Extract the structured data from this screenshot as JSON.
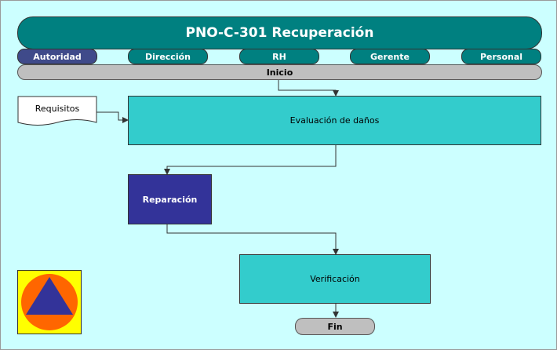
{
  "title": "PNO-C-301 Recuperación",
  "roles": [
    "Autoridad",
    "Dirección",
    "RH",
    "Gerente",
    "Personal"
  ],
  "start_label": "Inicio",
  "end_label": "Fin",
  "document_label": "Requisitos",
  "steps": {
    "evaluacion": "Evaluación de daños",
    "reparacion": "Reparación",
    "verificacion": "Verificación"
  },
  "colors": {
    "background": "#ccffff",
    "title": "#008080",
    "active_role": "#3f4a8a",
    "process": "#33cccc",
    "highlight_process": "#333399",
    "terminal": "#bfbfbf",
    "logo_square": "#ffff00",
    "logo_circle": "#ff6600",
    "logo_triangle": "#333399"
  },
  "logo": "civil-protection-icon"
}
